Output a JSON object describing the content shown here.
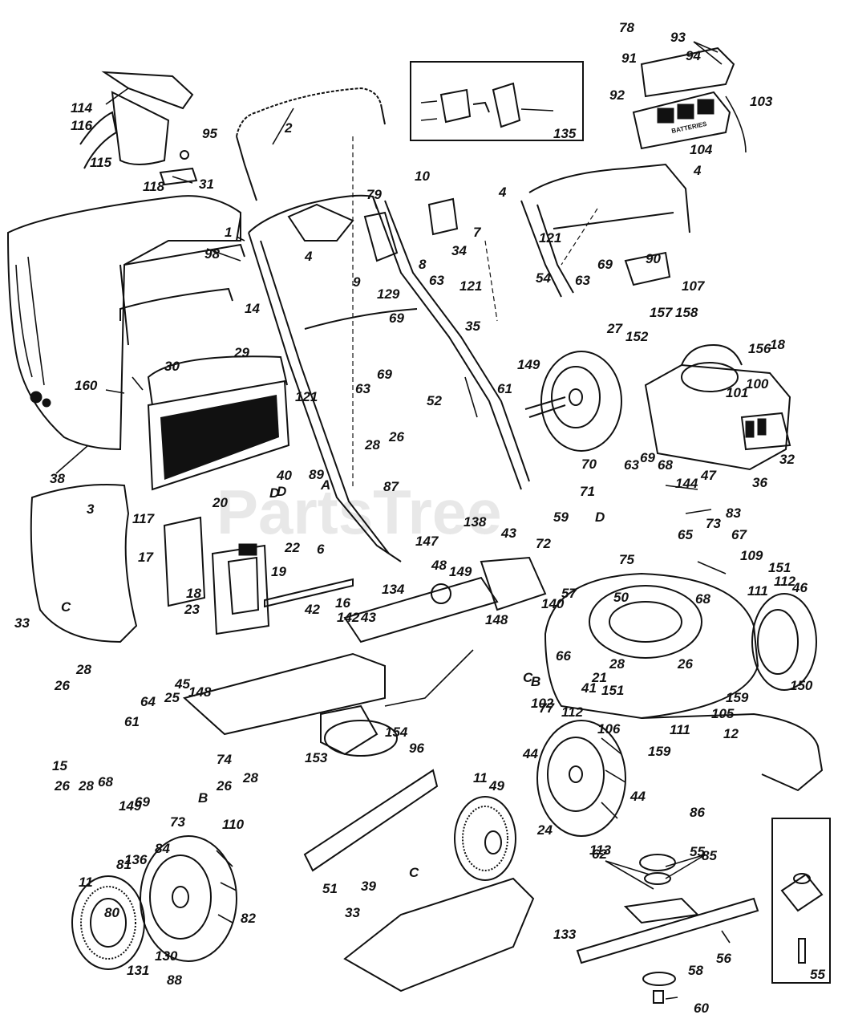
{
  "watermark": "PartsTree",
  "battery_label": "BATTERIES",
  "labels": [
    {
      "id": "1",
      "text": "1"
    },
    {
      "id": "2",
      "text": "2"
    },
    {
      "id": "3",
      "text": "3"
    },
    {
      "id": "4a",
      "text": "4"
    },
    {
      "id": "4b",
      "text": "4"
    },
    {
      "id": "4c",
      "text": "4"
    },
    {
      "id": "6",
      "text": "6"
    },
    {
      "id": "7",
      "text": "7"
    },
    {
      "id": "8",
      "text": "8"
    },
    {
      "id": "9",
      "text": "9"
    },
    {
      "id": "10",
      "text": "10"
    },
    {
      "id": "11a",
      "text": "11"
    },
    {
      "id": "11b",
      "text": "11"
    },
    {
      "id": "12",
      "text": "12"
    },
    {
      "id": "14",
      "text": "14"
    },
    {
      "id": "15",
      "text": "15"
    },
    {
      "id": "16",
      "text": "16"
    },
    {
      "id": "17",
      "text": "17"
    },
    {
      "id": "18a",
      "text": "18"
    },
    {
      "id": "18b",
      "text": "18"
    },
    {
      "id": "19",
      "text": "19"
    },
    {
      "id": "20",
      "text": "20"
    },
    {
      "id": "21",
      "text": "21"
    },
    {
      "id": "22",
      "text": "22"
    },
    {
      "id": "23",
      "text": "23"
    },
    {
      "id": "24",
      "text": "24"
    },
    {
      "id": "25",
      "text": "25"
    },
    {
      "id": "26a",
      "text": "26"
    },
    {
      "id": "26b",
      "text": "26"
    },
    {
      "id": "26c",
      "text": "26"
    },
    {
      "id": "26d",
      "text": "26"
    },
    {
      "id": "26e",
      "text": "26"
    },
    {
      "id": "27",
      "text": "27"
    },
    {
      "id": "28a",
      "text": "28"
    },
    {
      "id": "28b",
      "text": "28"
    },
    {
      "id": "28c",
      "text": "28"
    },
    {
      "id": "28d",
      "text": "28"
    },
    {
      "id": "28e",
      "text": "28"
    },
    {
      "id": "29",
      "text": "29"
    },
    {
      "id": "30",
      "text": "30"
    },
    {
      "id": "31",
      "text": "31"
    },
    {
      "id": "32",
      "text": "32"
    },
    {
      "id": "33a",
      "text": "33"
    },
    {
      "id": "33b",
      "text": "33"
    },
    {
      "id": "34",
      "text": "34"
    },
    {
      "id": "35",
      "text": "35"
    },
    {
      "id": "36",
      "text": "36"
    },
    {
      "id": "38",
      "text": "38"
    },
    {
      "id": "39",
      "text": "39"
    },
    {
      "id": "40",
      "text": "40"
    },
    {
      "id": "41",
      "text": "41"
    },
    {
      "id": "42",
      "text": "42"
    },
    {
      "id": "43a",
      "text": "43"
    },
    {
      "id": "43b",
      "text": "43"
    },
    {
      "id": "44a",
      "text": "44"
    },
    {
      "id": "44b",
      "text": "44"
    },
    {
      "id": "45",
      "text": "45"
    },
    {
      "id": "46",
      "text": "46"
    },
    {
      "id": "47",
      "text": "47"
    },
    {
      "id": "48",
      "text": "48"
    },
    {
      "id": "49",
      "text": "49"
    },
    {
      "id": "50",
      "text": "50"
    },
    {
      "id": "51",
      "text": "51"
    },
    {
      "id": "52",
      "text": "52"
    },
    {
      "id": "54",
      "text": "54"
    },
    {
      "id": "55a",
      "text": "55"
    },
    {
      "id": "55b",
      "text": "55"
    },
    {
      "id": "56",
      "text": "56"
    },
    {
      "id": "57",
      "text": "57"
    },
    {
      "id": "58",
      "text": "58"
    },
    {
      "id": "59",
      "text": "59"
    },
    {
      "id": "60",
      "text": "60"
    },
    {
      "id": "61a",
      "text": "61"
    },
    {
      "id": "61b",
      "text": "61"
    },
    {
      "id": "62",
      "text": "62"
    },
    {
      "id": "63a",
      "text": "63"
    },
    {
      "id": "63b",
      "text": "63"
    },
    {
      "id": "63c",
      "text": "63"
    },
    {
      "id": "63d",
      "text": "63"
    },
    {
      "id": "64",
      "text": "64"
    },
    {
      "id": "65",
      "text": "65"
    },
    {
      "id": "66",
      "text": "66"
    },
    {
      "id": "67",
      "text": "67"
    },
    {
      "id": "68a",
      "text": "68"
    },
    {
      "id": "68b",
      "text": "68"
    },
    {
      "id": "68c",
      "text": "68"
    },
    {
      "id": "69a",
      "text": "69"
    },
    {
      "id": "69b",
      "text": "69"
    },
    {
      "id": "69c",
      "text": "69"
    },
    {
      "id": "69d",
      "text": "69"
    },
    {
      "id": "69e",
      "text": "69"
    },
    {
      "id": "70",
      "text": "70"
    },
    {
      "id": "71",
      "text": "71"
    },
    {
      "id": "72",
      "text": "72"
    },
    {
      "id": "73a",
      "text": "73"
    },
    {
      "id": "73b",
      "text": "73"
    },
    {
      "id": "74",
      "text": "74"
    },
    {
      "id": "75",
      "text": "75"
    },
    {
      "id": "77",
      "text": "77"
    },
    {
      "id": "78",
      "text": "78"
    },
    {
      "id": "79",
      "text": "79"
    },
    {
      "id": "80",
      "text": "80"
    },
    {
      "id": "81",
      "text": "81"
    },
    {
      "id": "82",
      "text": "82"
    },
    {
      "id": "83",
      "text": "83"
    },
    {
      "id": "84",
      "text": "84"
    },
    {
      "id": "85",
      "text": "85"
    },
    {
      "id": "86",
      "text": "86"
    },
    {
      "id": "87",
      "text": "87"
    },
    {
      "id": "88",
      "text": "88"
    },
    {
      "id": "89",
      "text": "89"
    },
    {
      "id": "90",
      "text": "90"
    },
    {
      "id": "91",
      "text": "91"
    },
    {
      "id": "92",
      "text": "92"
    },
    {
      "id": "93",
      "text": "93"
    },
    {
      "id": "94",
      "text": "94"
    },
    {
      "id": "95",
      "text": "95"
    },
    {
      "id": "96",
      "text": "96"
    },
    {
      "id": "98",
      "text": "98"
    },
    {
      "id": "100",
      "text": "100"
    },
    {
      "id": "101",
      "text": "101"
    },
    {
      "id": "102",
      "text": "102"
    },
    {
      "id": "103",
      "text": "103"
    },
    {
      "id": "104",
      "text": "104"
    },
    {
      "id": "105",
      "text": "105"
    },
    {
      "id": "106",
      "text": "106"
    },
    {
      "id": "107",
      "text": "107"
    },
    {
      "id": "109",
      "text": "109"
    },
    {
      "id": "110",
      "text": "110"
    },
    {
      "id": "111a",
      "text": "111"
    },
    {
      "id": "111b",
      "text": "111"
    },
    {
      "id": "112a",
      "text": "112"
    },
    {
      "id": "112b",
      "text": "112"
    },
    {
      "id": "113",
      "text": "113"
    },
    {
      "id": "114",
      "text": "114"
    },
    {
      "id": "115",
      "text": "115"
    },
    {
      "id": "116",
      "text": "116"
    },
    {
      "id": "117",
      "text": "117"
    },
    {
      "id": "118",
      "text": "118"
    },
    {
      "id": "121a",
      "text": "121"
    },
    {
      "id": "121b",
      "text": "121"
    },
    {
      "id": "121c",
      "text": "121"
    },
    {
      "id": "129",
      "text": "129"
    },
    {
      "id": "130",
      "text": "130"
    },
    {
      "id": "131",
      "text": "131"
    },
    {
      "id": "133",
      "text": "133"
    },
    {
      "id": "134",
      "text": "134"
    },
    {
      "id": "135",
      "text": "135"
    },
    {
      "id": "136",
      "text": "136"
    },
    {
      "id": "138",
      "text": "138"
    },
    {
      "id": "140",
      "text": "140"
    },
    {
      "id": "142",
      "text": "142"
    },
    {
      "id": "144",
      "text": "144"
    },
    {
      "id": "147",
      "text": "147"
    },
    {
      "id": "148a",
      "text": "148"
    },
    {
      "id": "148b",
      "text": "148"
    },
    {
      "id": "149a",
      "text": "149"
    },
    {
      "id": "149b",
      "text": "149"
    },
    {
      "id": "149c",
      "text": "149"
    },
    {
      "id": "150",
      "text": "150"
    },
    {
      "id": "151a",
      "text": "151"
    },
    {
      "id": "151b",
      "text": "151"
    },
    {
      "id": "152",
      "text": "152"
    },
    {
      "id": "153",
      "text": "153"
    },
    {
      "id": "154",
      "text": "154"
    },
    {
      "id": "156",
      "text": "156"
    },
    {
      "id": "157",
      "text": "157"
    },
    {
      "id": "158",
      "text": "158"
    },
    {
      "id": "159a",
      "text": "159"
    },
    {
      "id": "159b",
      "text": "159"
    },
    {
      "id": "160",
      "text": "160"
    },
    {
      "id": "A",
      "text": "A"
    },
    {
      "id": "B1",
      "text": "B"
    },
    {
      "id": "B2",
      "text": "B"
    },
    {
      "id": "C1",
      "text": "C"
    },
    {
      "id": "C2",
      "text": "C"
    },
    {
      "id": "C3",
      "text": "C"
    },
    {
      "id": "D1",
      "text": "D"
    },
    {
      "id": "D2",
      "text": "D"
    },
    {
      "id": "D3",
      "text": "D"
    }
  ]
}
